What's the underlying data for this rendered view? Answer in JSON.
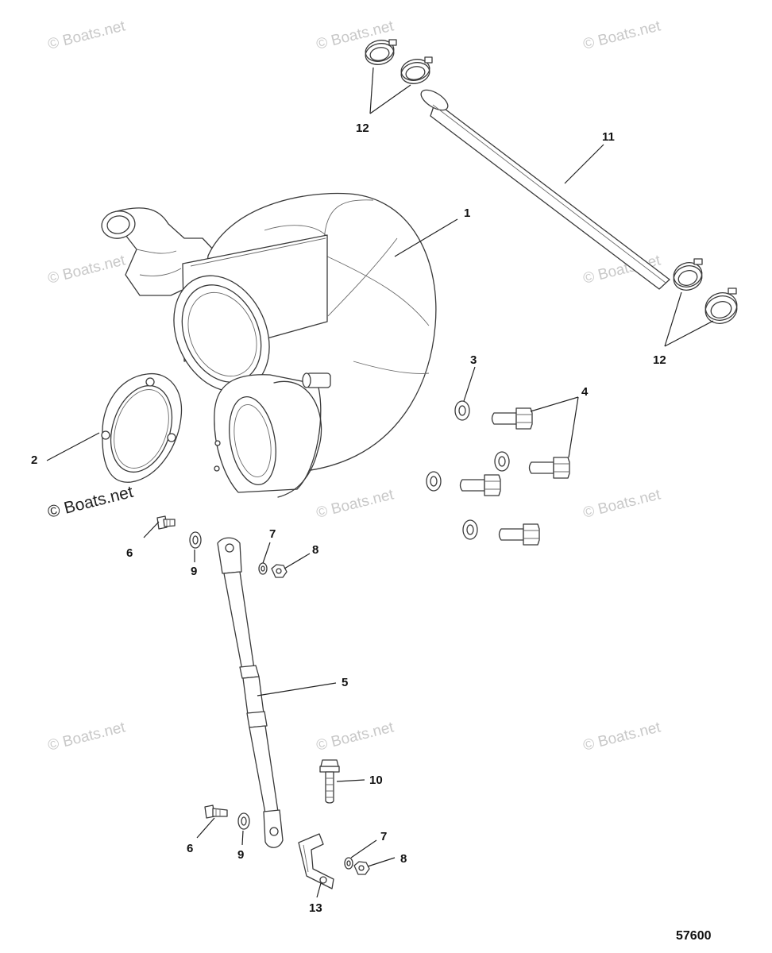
{
  "watermark": "© Boats.net",
  "figure_number": "57600",
  "callouts": {
    "c1": "1",
    "c2": "2",
    "c3": "3",
    "c4": "4",
    "c5": "5",
    "c6a": "6",
    "c6b": "6",
    "c7a": "7",
    "c7b": "7",
    "c8a": "8",
    "c8b": "8",
    "c9a": "9",
    "c9b": "9",
    "c10": "10",
    "c11": "11",
    "c12a": "12",
    "c12b": "12",
    "c13": "13"
  }
}
